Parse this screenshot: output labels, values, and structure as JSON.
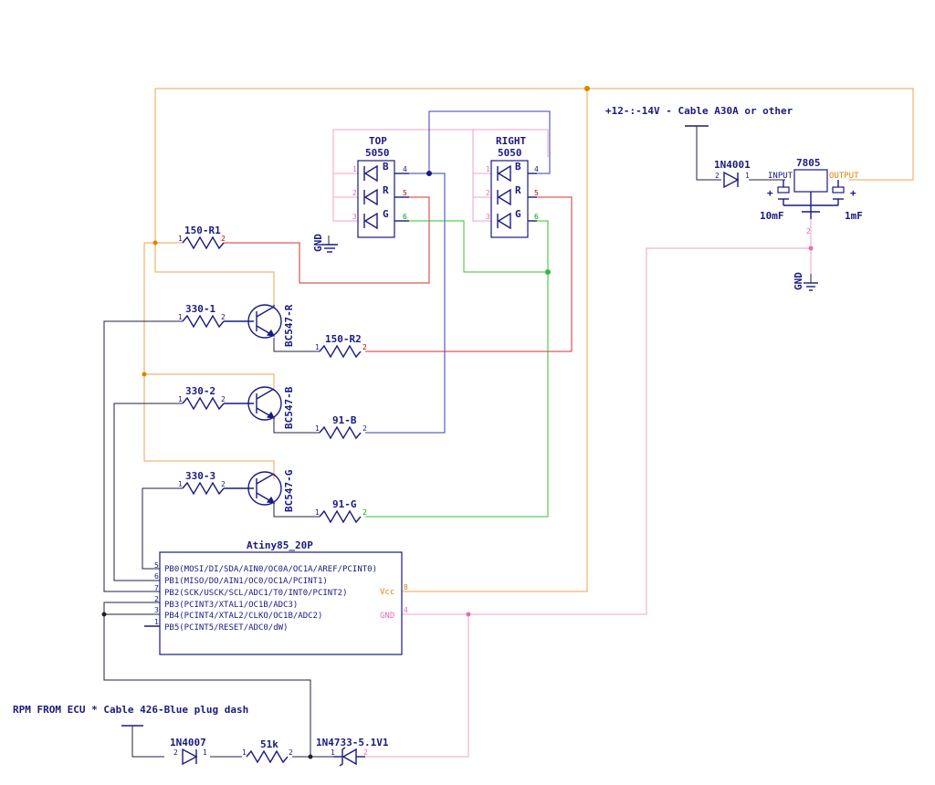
{
  "supply_label": "+12-:-14V - Cable A30A or other",
  "rpm_label": "RPM FROM ECU * Cable 426-Blue plug dash",
  "led_top": {
    "name": "TOP",
    "part": "5050",
    "ch_b": "B",
    "ch_r": "R",
    "ch_g": "G"
  },
  "led_right": {
    "name": "RIGHT",
    "part": "5050",
    "ch_b": "B",
    "ch_r": "R",
    "ch_g": "G"
  },
  "gnd_label": "GND",
  "regulator": {
    "part": "7805",
    "input": "INPUT",
    "output": "OUTPUT",
    "cap_in": "10mF",
    "cap_out": "1mF"
  },
  "diode_supply": "1N4001",
  "resistors": {
    "r150_1": "150-R1",
    "r150_2": "150-R2",
    "r330_1": "330-1",
    "r330_2": "330-2",
    "r330_3": "330-3",
    "r91_b": "91-B",
    "r91_g": "91-G",
    "r51k": "51k"
  },
  "transistors": {
    "q_r": "BC547-R",
    "q_b": "BC547-B",
    "q_g": "BC547-G"
  },
  "mcu": {
    "name": "Atiny85_20P",
    "pins": [
      "PB0(MOSI/DI/SDA/AIN0/OC0A/OC1A/AREF/PCINT0)",
      "PB1(MISO/DO/AIN1/OC0/OC1A/PCINT1)",
      "PB2(SCK/USCK/SCL/ADC1/T0/INT0/PCINT2)",
      "PB3(PCINT3/XTAL1/OC1B/ADC3)",
      "PB4(PCINT4/XTAL2/CLKO/OC1B/ADC2)",
      "PB5(PCINT5/RESET/ADC0/dW)"
    ],
    "pin_numbers": [
      "5",
      "6",
      "7",
      "2",
      "3",
      "1"
    ],
    "vcc": "Vcc",
    "gnd": "GND",
    "vcc_pin": "8",
    "gnd_pin": "4"
  },
  "diode_rpm": "1N4007",
  "zener": "1N4733-5.1V1",
  "pin_labels": {
    "one": "1",
    "two": "2",
    "three": "3",
    "four": "4",
    "five": "5",
    "six": "6"
  }
}
